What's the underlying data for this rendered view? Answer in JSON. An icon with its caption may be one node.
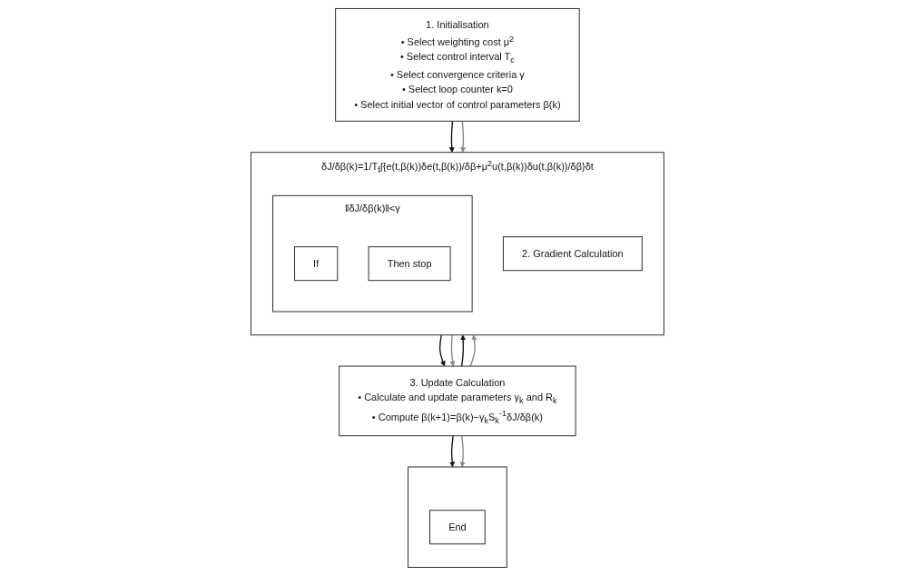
{
  "diagram": {
    "nodes": [
      {
        "text": [
          "1. Initialisation",
          "• Select weighting cost μ$^{2}$",
          "• Select control interval T$_{c}$",
          "• Select convergence criteria γ",
          "• Select loop counter k=0",
          "• Select initial vector of control parameters β(k)"
        ]
      },
      {
        "text": [
          "δJ/δβ(k)=1/T$_{f}$∫{e(t,β(k))δe(t,β(k))/δβ+μ$^{2}$u(t,β(k))δu(t,β(k))/δβ}δt"
        ]
      },
      {
        "text": [
          "2. Gradient Calculation"
        ],
        "in": 1
      },
      {
        "text": [
          "‖δJ/δβ(k)‖<γ"
        ],
        "in": 1
      },
      {
        "text": [
          "If"
        ],
        "in": 3
      },
      {
        "text": [
          "Then stop"
        ],
        "in": 3
      },
      {
        "text": [
          "3. Update Calculation",
          "• Calculate and update parameters γ$_{k}$ and R$_{k}$",
          "• Compute β(k+1)=β(k)−γ$_{k}$S$_{k}$$^{-1}$δJ/δβ(k)"
        ]
      },
      {
        "text": [],
        "shape": "box"
      },
      {
        "text": [
          "End"
        ],
        "in": 7
      }
    ],
    "edges": [
      {
        "from": 0,
        "to": 1,
        "arrow": "to"
      },
      {
        "from": 0,
        "to": 1,
        "arrow": "to",
        "color": "#888888"
      },
      {
        "from": 1,
        "to": 6,
        "arrow": "to"
      },
      {
        "from": 1,
        "to": 6,
        "arrow": "to",
        "color": "#888888"
      },
      {
        "from": 6,
        "to": 1,
        "arrow": "to"
      },
      {
        "from": 6,
        "to": 1,
        "arrow": "to",
        "color": "#888888"
      },
      {
        "from": 6,
        "to": 7,
        "arrow": "to"
      },
      {
        "from": 6,
        "to": 7,
        "arrow": "to",
        "color": "#888888"
      }
    ]
  }
}
